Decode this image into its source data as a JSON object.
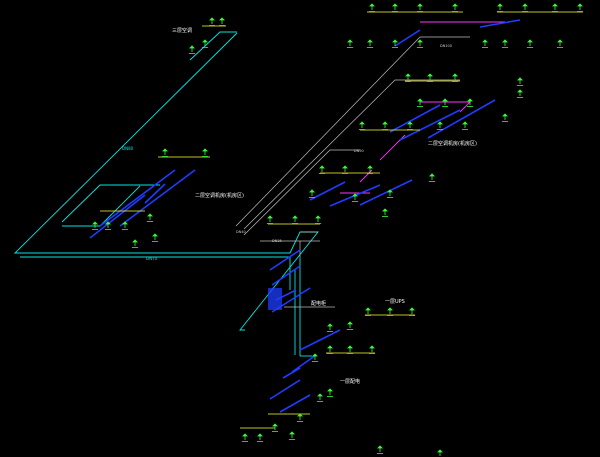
{
  "labels": {
    "floor_3": "三层空调",
    "floor_2a": "二层空调机房(机房区)",
    "floor_2b": "二层空调机房(机房区)",
    "ups": "一层UPS",
    "floor_1": "一层配电",
    "legend_note": "配电柜",
    "pipe_dn40": "DN40",
    "pipe_dn25": "DN25",
    "pipe_dn70": "DN70",
    "pipe_dn50": "DN50",
    "pipe_dn100": "DN100",
    "pipe_dn80": "DN80"
  },
  "colors": {
    "bg": "#000000",
    "cyan": "#00e5e5",
    "white": "#ffffff",
    "gray": "#bdbdbd",
    "yellow": "#ffff33",
    "green": "#33ff33",
    "blue": "#1f3cff",
    "magenta": "#ff33ff"
  }
}
